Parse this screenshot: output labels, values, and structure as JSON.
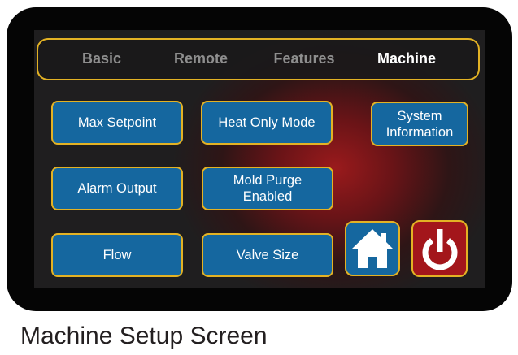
{
  "tabs": [
    {
      "label": "Basic",
      "active": false
    },
    {
      "label": "Remote",
      "active": false
    },
    {
      "label": "Features",
      "active": false
    },
    {
      "label": "Machine",
      "active": true
    }
  ],
  "buttons": {
    "max_setpoint": "Max Setpoint",
    "heat_only_mode": "Heat Only Mode",
    "system_information_line1": "System",
    "system_information_line2": "Information",
    "alarm_output": "Alarm Output",
    "mold_purge_line1": "Mold Purge",
    "mold_purge_line2": "Enabled",
    "flow": "Flow",
    "valve_size": "Valve Size"
  },
  "icons": {
    "home": "home-icon",
    "power": "power-icon"
  },
  "colors": {
    "button_blue": "#15679f",
    "border_gold": "#e3b224",
    "power_red": "#a3161b",
    "inactive_tab": "#8e8e8e",
    "active_tab": "#ffffff"
  },
  "caption": "Machine Setup Screen"
}
